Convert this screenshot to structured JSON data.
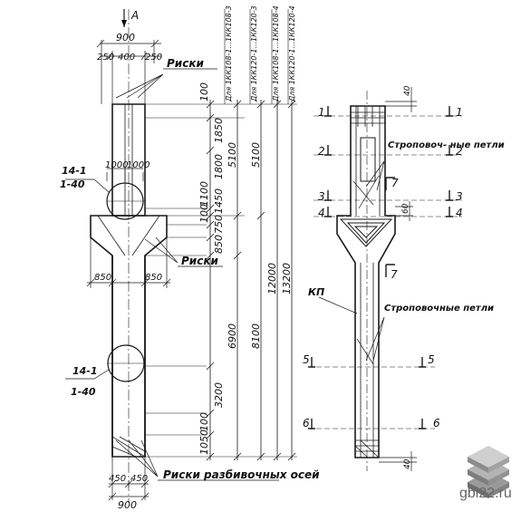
{
  "view_a": {
    "label": "А"
  },
  "top_dims": {
    "total": "900",
    "left": "250",
    "mid": "400",
    "right": "250"
  },
  "callouts": {
    "riski_top": "Риски",
    "riski_mid": "Риски",
    "riski_bottom": "Риски разбивочных осей",
    "node_upper_top": "14-1",
    "node_upper_bottom": "1-40",
    "node_lower_top": "14-1",
    "node_lower_bottom": "1-40",
    "stroop_top": "Строповоч- ные петли",
    "stroop_bottom": "Строповочные петли",
    "kp": "КП"
  },
  "console_dims": {
    "left": "850",
    "right": "850"
  },
  "head_dims": {
    "d1": "1000",
    "d2": "1000"
  },
  "bottom_dims": {
    "total": "900",
    "left": "450",
    "right": "450"
  },
  "vertical_dims": {
    "v100_top": "100",
    "v1850": "1850",
    "v1800": "1800",
    "v1100": "1100",
    "v100_mid": "100",
    "v1450": "1450",
    "v750": "750",
    "v850": "850",
    "v3200": "3200",
    "v100_low": "100",
    "v1050": "1050",
    "v5100a": "5100",
    "v5100b": "5100",
    "v6900": "6900",
    "v8100": "8100",
    "v12000": "12000",
    "v13200": "13200"
  },
  "header_notes": [
    "Для 1КК108-1...1КК108-3",
    "Для 1КК120-1...1КК120-3",
    "Для 1КК108-1...1КК108-4",
    "Для 1КК120-1...1КК120-4"
  ],
  "sections": {
    "s1_left": "1",
    "s1_right": "1",
    "s2_left": "2",
    "s2_right": "2",
    "s3_left": "3",
    "s3_right": "3",
    "s4_left": "4",
    "s4_right": "4",
    "s5_left": "5",
    "s5_right": "5",
    "s6_left": "6",
    "s6_right": "6",
    "s7_top": "7",
    "s7_bottom": "7"
  },
  "right_dims": {
    "top": "40",
    "bottom": "40",
    "mid": "60"
  },
  "watermark": {
    "text": "gbi22.ru",
    "color": "#6b6b6b"
  }
}
